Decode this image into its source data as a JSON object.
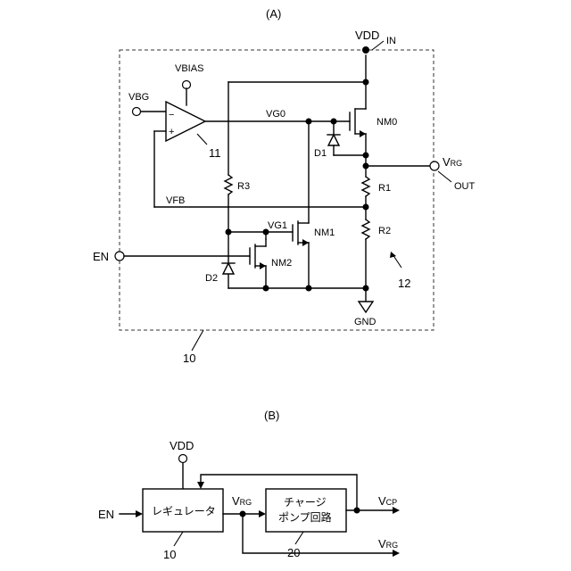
{
  "part_a": {
    "caption": "(A)",
    "ref_regulator": "10",
    "ref_amp": "11",
    "ref_circuit": "12",
    "terminals": {
      "vdd": "VDD",
      "in": "IN",
      "vbias": "VBIAS",
      "vbg": "VBG",
      "en": "EN",
      "out_main": "V",
      "out_sub": "RG",
      "out_pin": "OUT",
      "gnd": "GND"
    },
    "nodes": {
      "vg0": "VG0",
      "vg1": "VG1",
      "vfb": "VFB"
    },
    "components": {
      "nm0": "NM0",
      "nm1": "NM1",
      "nm2": "NM2",
      "r1": "R1",
      "r2": "R2",
      "r3": "R3",
      "d1": "D1",
      "d2": "D2",
      "amp_minus": "−",
      "amp_plus": "+"
    }
  },
  "part_b": {
    "caption": "(B)",
    "vdd": "VDD",
    "en": "EN",
    "regulator_label": "レギュレータ",
    "regulator_ref": "10",
    "vrg_main": "V",
    "vrg_sub": "RG",
    "charge_pump_line1": "チャージ",
    "charge_pump_line2": "ポンプ回路",
    "charge_pump_ref": "20",
    "vcp_main": "V",
    "vcp_sub": "CP",
    "vrg_out_main": "V",
    "vrg_out_sub": "RG"
  }
}
